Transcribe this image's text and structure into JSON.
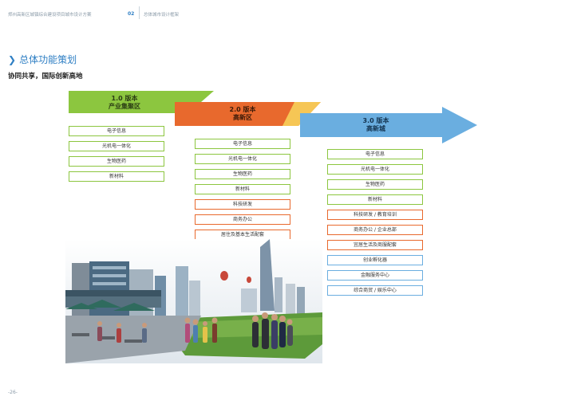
{
  "header": {
    "project": "郑州高新区城镇综合建设项目城市设计方案",
    "chapter_num": "02",
    "chapter_title": "总体城市设计框架"
  },
  "section": {
    "title": "总体功能策划",
    "subtitle": "协同共享，国际创新高地"
  },
  "versions": [
    {
      "label_line1": "1.0 版本",
      "label_line2": "产业集聚区",
      "color": "#8cc63f",
      "items": [
        "电子信息",
        "光机电一体化",
        "生物医药",
        "新材料"
      ],
      "item_colors": [
        "g",
        "g",
        "g",
        "g"
      ]
    },
    {
      "label_line1": "2.0 版本",
      "label_line2": "高新区",
      "color": "#e8692d",
      "items": [
        "电子信息",
        "光机电一体化",
        "生物医药",
        "新材料",
        "科技研发",
        "商务办公",
        "居住及基本生活配套"
      ],
      "item_colors": [
        "g",
        "g",
        "g",
        "g",
        "o",
        "o",
        "o"
      ]
    },
    {
      "label_line1": "3.0 版本",
      "label_line2": "高新城",
      "color": "#6aaee0",
      "items": [
        "电子信息",
        "光机电一体化",
        "生物医药",
        "新材料",
        "科技研发 / 教育培训",
        "商务办公 / 企业总部",
        "宜居生活及商服配套",
        "创业孵化器",
        "金融服务中心",
        "综合商贸 / 娱乐中心"
      ],
      "item_colors": [
        "g",
        "g",
        "g",
        "g",
        "o",
        "o",
        "o",
        "b",
        "b",
        "b"
      ]
    }
  ],
  "page_number": "-26-"
}
